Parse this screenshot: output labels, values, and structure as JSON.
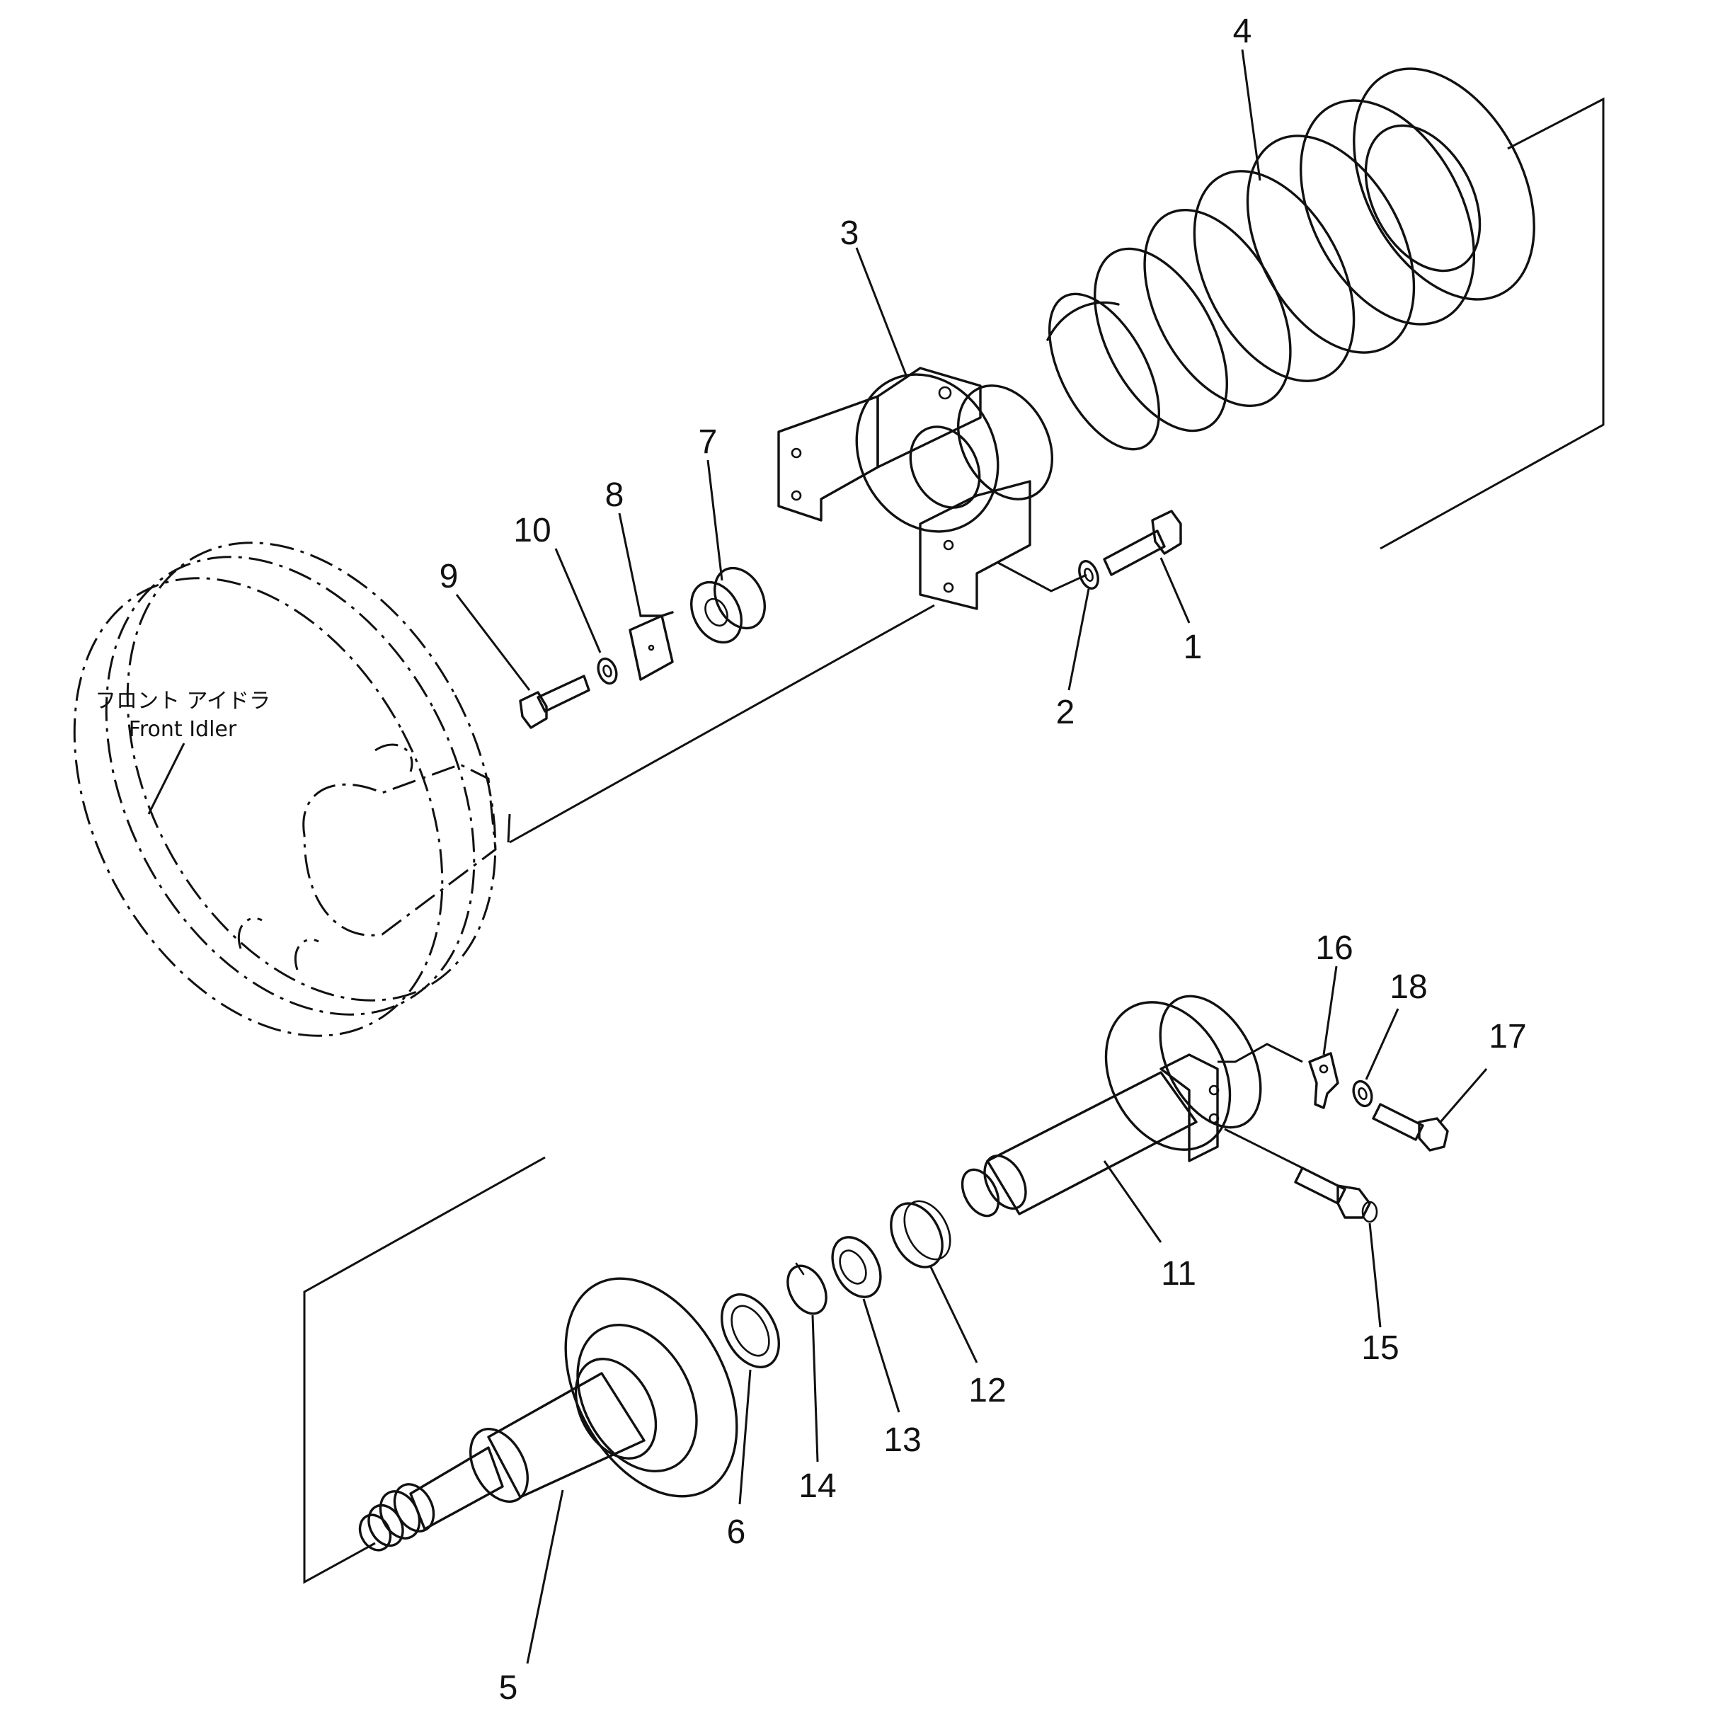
{
  "diagram": {
    "front_idler_label_jp": "フロント アイドラ",
    "front_idler_label_en": "Front Idler",
    "callouts": [
      "1",
      "2",
      "3",
      "4",
      "5",
      "6",
      "7",
      "8",
      "9",
      "10",
      "11",
      "12",
      "13",
      "14",
      "15",
      "16",
      "17",
      "18"
    ]
  }
}
